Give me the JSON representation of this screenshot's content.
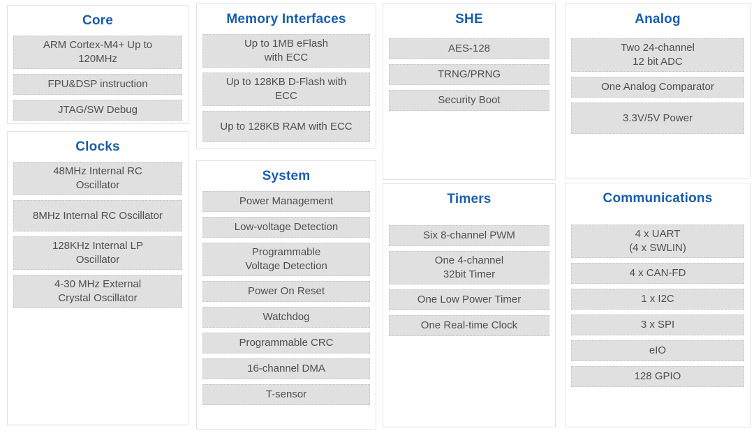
{
  "accent_color": "#1b5dab",
  "item_fill_color": "#e0e0e0",
  "item_text_color": "#4f4f4f",
  "panels": [
    {
      "title": "Core",
      "items": [
        {
          "text": "ARM Cortex-M4+ Up to\n120MHz"
        },
        {
          "text": "FPU&DSP instruction"
        },
        {
          "text": "JTAG/SW Debug"
        }
      ]
    },
    {
      "title": "Clocks",
      "items": [
        {
          "text": "48MHz Internal RC\nOscillator"
        },
        {
          "text": "8MHz Internal RC Oscillator",
          "tall": true
        },
        {
          "text": "128KHz Internal LP\nOscillator"
        },
        {
          "text": "4-30 MHz External\nCrystal Oscillator"
        }
      ]
    },
    {
      "title": "Memory Interfaces",
      "items": [
        {
          "text": "Up to 1MB eFlash\nwith ECC"
        },
        {
          "text": "Up to 128KB D-Flash with\nECC"
        },
        {
          "text": "Up to 128KB RAM with ECC",
          "tall": true
        }
      ]
    },
    {
      "title": "System",
      "items": [
        {
          "text": "Power Management"
        },
        {
          "text": "Low-voltage Detection"
        },
        {
          "text": "Programmable\nVoltage Detection"
        },
        {
          "text": "Power On Reset"
        },
        {
          "text": "Watchdog"
        },
        {
          "text": "Programmable CRC"
        },
        {
          "text": "16-channel DMA"
        },
        {
          "text": "T-sensor"
        }
      ]
    },
    {
      "title": "SHE",
      "items": [
        {
          "text": "AES-128"
        },
        {
          "text": "TRNG/PRNG"
        },
        {
          "text": "Security Boot"
        }
      ]
    },
    {
      "title": "Timers",
      "items": [
        {
          "text": "Six 8-channel PWM"
        },
        {
          "text": "One 4-channel\n32bit Timer"
        },
        {
          "text": "One Low Power Timer"
        },
        {
          "text": "One Real-time Clock"
        }
      ]
    },
    {
      "title": "Analog",
      "items": [
        {
          "text": "Two 24-channel\n12 bit ADC"
        },
        {
          "text": "One Analog Comparator"
        },
        {
          "text": "3.3V/5V Power",
          "tall": true
        }
      ]
    },
    {
      "title": "Communications",
      "items": [
        {
          "text": "4 x UART\n(4 x SWLIN)"
        },
        {
          "text": "4 x CAN-FD"
        },
        {
          "text": "1 x I2C"
        },
        {
          "text": "3 x SPI"
        },
        {
          "text": "eIO"
        },
        {
          "text": "128 GPIO"
        }
      ]
    }
  ]
}
